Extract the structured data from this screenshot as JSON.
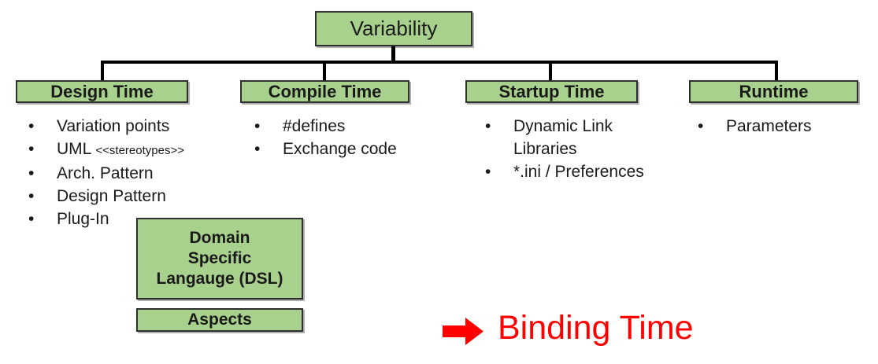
{
  "root": {
    "label": "Variability"
  },
  "bullet_glyph": "•",
  "branches": [
    {
      "header": "Design Time",
      "items": [
        {
          "text": "Variation points"
        },
        {
          "text": "UML ",
          "small": "<<stereotypes>>"
        },
        {
          "text": "Arch. Pattern"
        },
        {
          "text": "Design Pattern"
        },
        {
          "text": "Plug-In"
        }
      ]
    },
    {
      "header": "Compile Time",
      "items": [
        {
          "text": "#defines"
        },
        {
          "text": "Exchange code"
        }
      ]
    },
    {
      "header": "Startup Time",
      "items": [
        {
          "text": "Dynamic Link Libraries"
        },
        {
          "text": "*.ini / Preferences"
        }
      ]
    },
    {
      "header": "Runtime",
      "items": [
        {
          "text": "Parameters"
        }
      ]
    }
  ],
  "floating_boxes": {
    "dsl": {
      "label": "Domain\nSpecific\nLangauge (DSL)"
    },
    "aspects": {
      "label": "Aspects"
    }
  },
  "footer": {
    "arrow_icon": "right-arrow",
    "label": "Binding Time"
  },
  "colors": {
    "box_fill": "#a9d18e",
    "box_border": "#2f2f2f",
    "connector": "#000000",
    "accent_red": "#ff0000",
    "background": "#ffffff"
  }
}
